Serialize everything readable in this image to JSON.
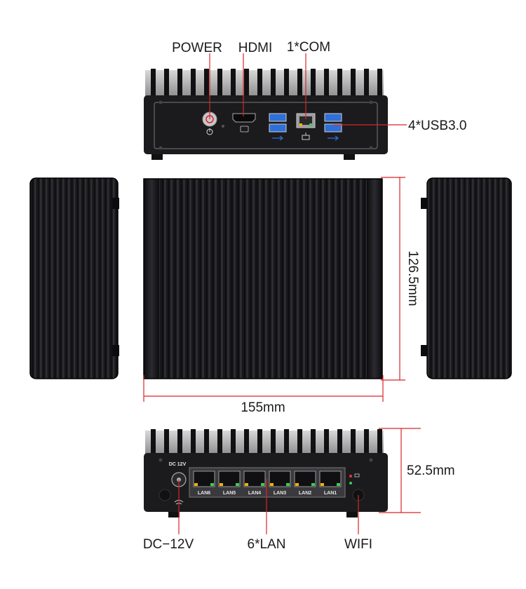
{
  "labels": {
    "power": "POWER",
    "hdmi": "HDMI",
    "com": "1*COM",
    "usb": "4*USB3.0",
    "height": "126.5mm",
    "width": "155mm",
    "depth": "52.5mm",
    "dc": "DC−12V",
    "lan": "6*LAN",
    "wifi": "WIFI"
  },
  "ports": {
    "lan_ports": [
      "LAN6",
      "LAN5",
      "LAN4",
      "LAN3",
      "LAN2",
      "LAN1"
    ],
    "dc_badge": "DC 12V"
  },
  "colors": {
    "callout_line": "#d9252b",
    "chassis": "#1b1b1d",
    "usb_blue": "#2f6fd8"
  }
}
